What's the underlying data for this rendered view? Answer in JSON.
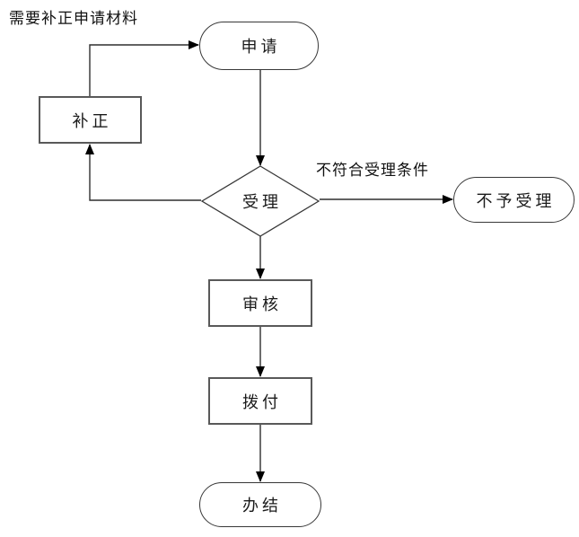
{
  "diagram": {
    "note_top": "需要补正申请材料",
    "branch_label": "不符合受理条件",
    "nodes": {
      "apply": {
        "label": "申请",
        "shape": "terminator"
      },
      "correct": {
        "label": "补正",
        "shape": "process"
      },
      "accept": {
        "label": "受理",
        "shape": "decision"
      },
      "reject": {
        "label": "不予受理",
        "shape": "terminator"
      },
      "review": {
        "label": "审核",
        "shape": "process"
      },
      "disburse": {
        "label": "拨付",
        "shape": "process"
      },
      "complete": {
        "label": "办结",
        "shape": "terminator"
      }
    },
    "colors": {
      "background": "#ffffff",
      "line_stroke": "#2f2f2f",
      "oval_border": "#383838",
      "rect_border": "#595959",
      "text": "#1a1a1a",
      "arrowhead": "#000000"
    }
  }
}
